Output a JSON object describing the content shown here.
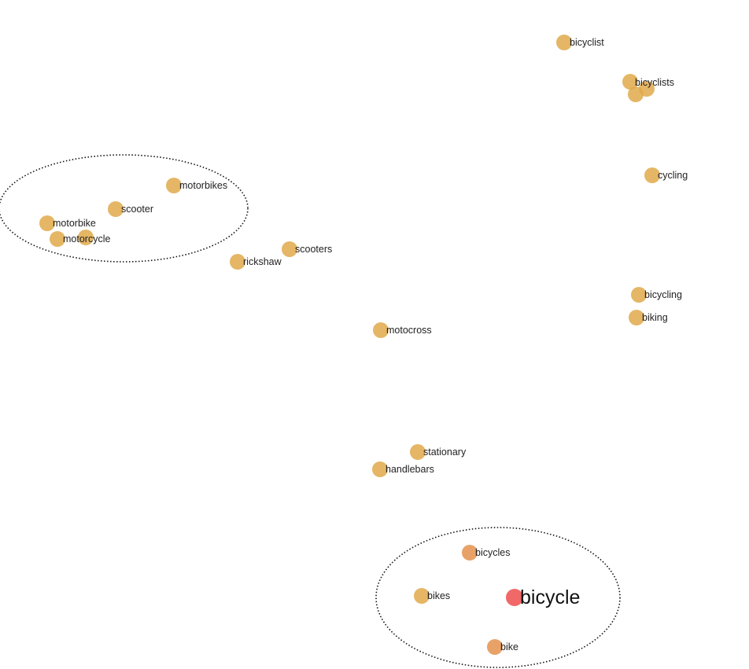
{
  "colors": {
    "background": "#ffffff",
    "neighbor_point": "#e0a94a",
    "near_neighbor_point": "#e4924e",
    "focus_point": "#f06060",
    "label_text": "#222222",
    "cluster_outline": "#111111"
  },
  "focus_word": "bicycle",
  "words": [
    {
      "id": "bicyclist",
      "label": "bicyclist"
    },
    {
      "id": "bicyclists",
      "label": "bicyclists"
    },
    {
      "id": "cycling",
      "label": "cycling"
    },
    {
      "id": "motorbikes",
      "label": "motorbikes"
    },
    {
      "id": "scooter",
      "label": "scooter"
    },
    {
      "id": "motorbike",
      "label": "motorbike"
    },
    {
      "id": "motorcycle",
      "label": "motorcycle"
    },
    {
      "id": "scooters",
      "label": "scooters"
    },
    {
      "id": "rickshaw",
      "label": "rickshaw"
    },
    {
      "id": "bicycling",
      "label": "bicycling"
    },
    {
      "id": "biking",
      "label": "biking"
    },
    {
      "id": "motocross",
      "label": "motocross"
    },
    {
      "id": "stationary",
      "label": "stationary"
    },
    {
      "id": "handlebars",
      "label": "handlebars"
    },
    {
      "id": "bicycles",
      "label": "bicycles"
    },
    {
      "id": "bikes",
      "label": "bikes"
    },
    {
      "id": "bicycle",
      "label": "bicycle"
    },
    {
      "id": "bike",
      "label": "bike"
    }
  ]
}
